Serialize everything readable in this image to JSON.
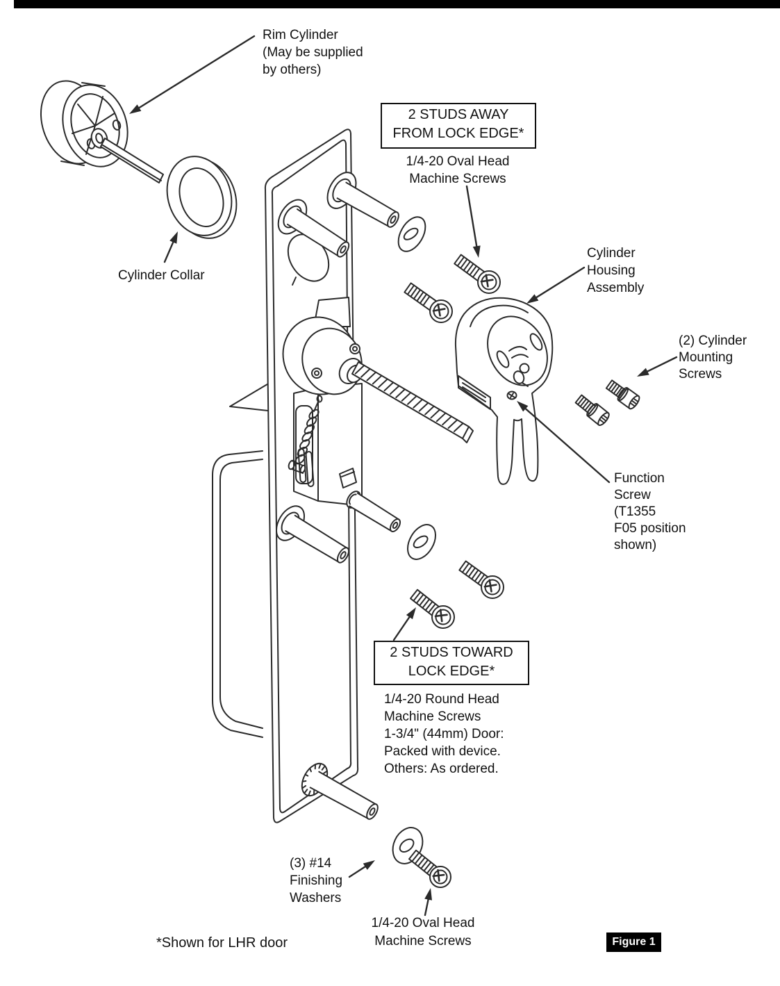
{
  "page": {
    "background_color": "#ffffff",
    "header_bar_color": "#000000",
    "line_color": "#2a2a2a"
  },
  "figure": {
    "badge_label": "Figure 1",
    "footnote": "*Shown for LHR door"
  },
  "labels": {
    "rim_cylinder": "Rim Cylinder\n(May be supplied\nby others)",
    "cylinder_collar": "Cylinder Collar",
    "studs_away_box": "2 STUDS AWAY\nFROM LOCK EDGE*",
    "oval_head_top": "1/4-20 Oval Head\nMachine Screws",
    "cylinder_housing": "Cylinder\nHousing\nAssembly",
    "mounting_screws": "(2) Cylinder\nMounting\nScrews",
    "function_screw": "Function\nScrew\n(T1355\nF05 position\nshown)",
    "studs_toward_box": "2 STUDS TOWARD\nLOCK EDGE*",
    "round_head": "1/4-20 Round Head\nMachine Screws\n1-3/4\" (44mm) Door:\nPacked with device.\nOthers: As ordered.",
    "finishing_washers": "(3) #14\nFinishing\nWashers",
    "oval_head_bottom": "1/4-20 Oval Head\nMachine Screws"
  }
}
